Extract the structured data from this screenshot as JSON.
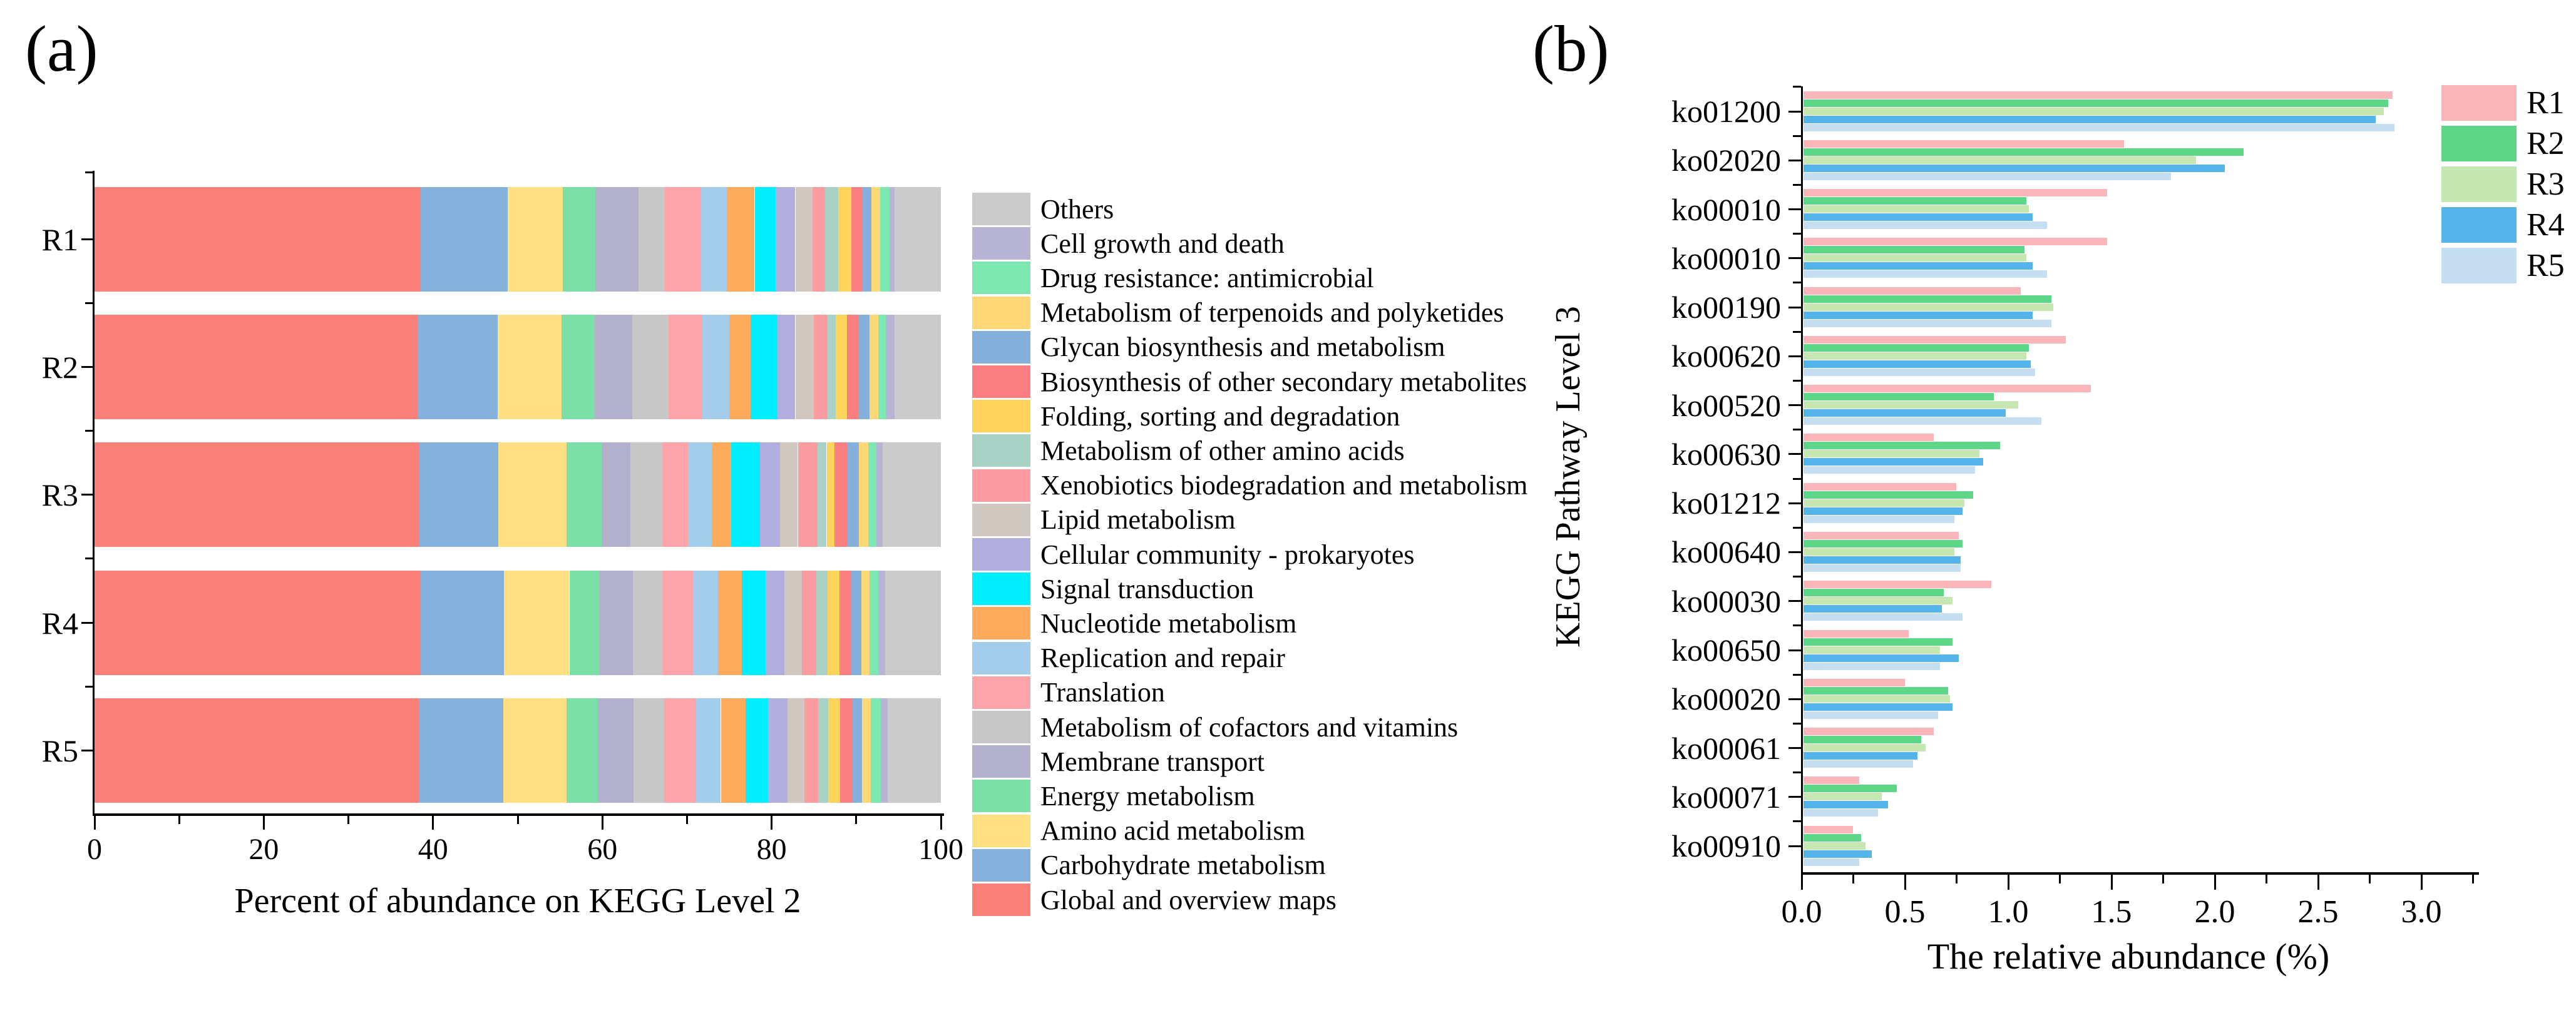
{
  "panels": {
    "a": {
      "label": "(a)",
      "xlabel": "Percent of abundance on KEGG Level 2"
    },
    "b": {
      "label": "(b)",
      "xlabel": "The relative abundance (%)",
      "ylabel": "KEGG Pathway Level 3"
    }
  },
  "chart_data": [
    {
      "type": "bar",
      "variant": "stacked-horizontal",
      "title": "",
      "xlabel": "Percent of abundance on KEGG Level 2",
      "categories": [
        "R1",
        "R2",
        "R3",
        "R4",
        "R5"
      ],
      "xlim": [
        0,
        100
      ],
      "x_tick_labels": [
        "0",
        "20",
        "40",
        "60",
        "80",
        "100"
      ],
      "x_tick_values": [
        0,
        20,
        40,
        60,
        80,
        100
      ],
      "x_minor_tick_values": [
        10,
        30,
        50,
        70,
        90
      ],
      "grid": false,
      "legend_position": "right",
      "legend_order": "reversed",
      "series": [
        {
          "name": "Global and overview maps",
          "color": "#fb8079",
          "values": [
            38.5,
            38.2,
            38.4,
            38.5,
            38.3
          ]
        },
        {
          "name": "Carbohydrate metabolism",
          "color": "#87b1dd",
          "values": [
            10.3,
            9.4,
            9.3,
            9.9,
            10.0
          ]
        },
        {
          "name": "Amino acid metabolism",
          "color": "#fee083",
          "values": [
            6.5,
            7.6,
            8.1,
            7.7,
            7.5
          ]
        },
        {
          "name": "Energy metabolism",
          "color": "#7cdfa7",
          "values": [
            3.9,
            3.9,
            4.1,
            3.5,
            3.7
          ]
        },
        {
          "name": "Membrane transport",
          "color": "#b3b0ce",
          "values": [
            5.1,
            4.4,
            3.4,
            4.0,
            4.2
          ]
        },
        {
          "name": "Metabolism of cofactors and vitamins",
          "color": "#c7c7c7",
          "values": [
            3.1,
            4.3,
            3.8,
            3.5,
            3.6
          ]
        },
        {
          "name": "Translation",
          "color": "#fda4ab",
          "values": [
            4.3,
            4.0,
            3.0,
            3.6,
            3.8
          ]
        },
        {
          "name": "Replication and repair",
          "color": "#a4cdeb",
          "values": [
            3.0,
            3.2,
            2.8,
            3.0,
            2.9
          ]
        },
        {
          "name": "Nucleotide metabolism",
          "color": "#fcaa5c",
          "values": [
            3.3,
            2.5,
            2.3,
            2.8,
            2.9
          ]
        },
        {
          "name": "Signal transduction",
          "color": "#00eeff",
          "values": [
            2.5,
            3.2,
            3.4,
            2.8,
            2.7
          ]
        },
        {
          "name": "Cellular community - prokaryotes",
          "color": "#b1aedd",
          "values": [
            2.3,
            2.1,
            2.4,
            2.2,
            2.3
          ]
        },
        {
          "name": "Lipid metabolism",
          "color": "#cfc7c0",
          "values": [
            2.0,
            2.2,
            2.1,
            2.1,
            2.0
          ]
        },
        {
          "name": "Xenobiotics biodegradation and metabolism",
          "color": "#fb9ca1",
          "values": [
            1.5,
            1.6,
            2.3,
            1.7,
            1.6
          ]
        },
        {
          "name": "Metabolism of other amino acids",
          "color": "#a7d2c5",
          "values": [
            1.6,
            1.0,
            1.1,
            1.3,
            1.2
          ]
        },
        {
          "name": "Folding, sorting and degradation",
          "color": "#fdd35c",
          "values": [
            1.5,
            1.3,
            0.9,
            1.4,
            1.4
          ]
        },
        {
          "name": "Biosynthesis of other secondary metabolites",
          "color": "#fb7e83",
          "values": [
            1.3,
            1.4,
            1.5,
            1.4,
            1.4
          ]
        },
        {
          "name": "Glycan biosynthesis and metabolism",
          "color": "#86b0dc",
          "values": [
            1.1,
            1.3,
            1.4,
            1.2,
            1.2
          ]
        },
        {
          "name": "Metabolism of terpenoids and polyketides",
          "color": "#fed876",
          "values": [
            1.0,
            1.0,
            1.1,
            1.0,
            1.0
          ]
        },
        {
          "name": "Drug resistance: antimicrobial",
          "color": "#7de8b1",
          "values": [
            1.1,
            0.9,
            1.0,
            1.0,
            1.2
          ]
        },
        {
          "name": "Cell growth and death",
          "color": "#b7b4d6",
          "values": [
            0.6,
            1.0,
            0.7,
            0.8,
            0.8
          ]
        },
        {
          "name": "Others",
          "color": "#cbcbcb",
          "values": [
            5.5,
            5.5,
            6.9,
            6.6,
            6.3
          ]
        }
      ]
    },
    {
      "type": "bar",
      "variant": "grouped-horizontal",
      "title": "",
      "xlabel": "The relative abundance (%)",
      "ylabel": "KEGG Pathway Level 3",
      "categories": [
        "ko01200",
        "ko02020",
        "ko00010",
        "ko00010",
        "ko00190",
        "ko00620",
        "ko00520",
        "ko00630",
        "ko01212",
        "ko00640",
        "ko00030",
        "ko00650",
        "ko00020",
        "ko00061",
        "ko00071",
        "ko00910"
      ],
      "xlim": [
        0,
        3.25
      ],
      "x_tick_labels": [
        "0.0",
        "0.5",
        "1.0",
        "1.5",
        "2.0",
        "2.5",
        "3.0"
      ],
      "x_tick_values": [
        0.0,
        0.5,
        1.0,
        1.5,
        2.0,
        2.5,
        3.0
      ],
      "x_minor_tick_values": [
        0.25,
        0.75,
        1.25,
        1.75,
        2.25,
        2.75,
        3.25
      ],
      "grid": false,
      "legend_position": "top-right",
      "series": [
        {
          "name": "R1",
          "color": "#fbb6bb",
          "values": [
            2.85,
            1.55,
            1.47,
            1.47,
            1.05,
            1.27,
            1.39,
            0.63,
            0.74,
            0.75,
            0.91,
            0.51,
            0.49,
            0.63,
            0.27,
            0.24
          ]
        },
        {
          "name": "R2",
          "color": "#5dd687",
          "values": [
            2.83,
            2.13,
            1.08,
            1.07,
            1.2,
            1.09,
            0.92,
            0.95,
            0.82,
            0.77,
            0.68,
            0.72,
            0.7,
            0.57,
            0.45,
            0.28
          ]
        },
        {
          "name": "R3",
          "color": "#c7e7b2",
          "values": [
            2.81,
            1.9,
            1.09,
            1.08,
            1.21,
            1.08,
            1.04,
            0.85,
            0.78,
            0.73,
            0.72,
            0.66,
            0.71,
            0.59,
            0.38,
            0.3
          ]
        },
        {
          "name": "R4",
          "color": "#55b4e9",
          "values": [
            2.77,
            2.04,
            1.11,
            1.11,
            1.11,
            1.1,
            0.98,
            0.87,
            0.77,
            0.76,
            0.67,
            0.75,
            0.72,
            0.55,
            0.41,
            0.33
          ]
        },
        {
          "name": "R5",
          "color": "#c6dff0",
          "values": [
            2.86,
            1.78,
            1.18,
            1.18,
            1.2,
            1.12,
            1.15,
            0.83,
            0.73,
            0.76,
            0.77,
            0.66,
            0.65,
            0.53,
            0.36,
            0.27
          ]
        }
      ]
    }
  ]
}
